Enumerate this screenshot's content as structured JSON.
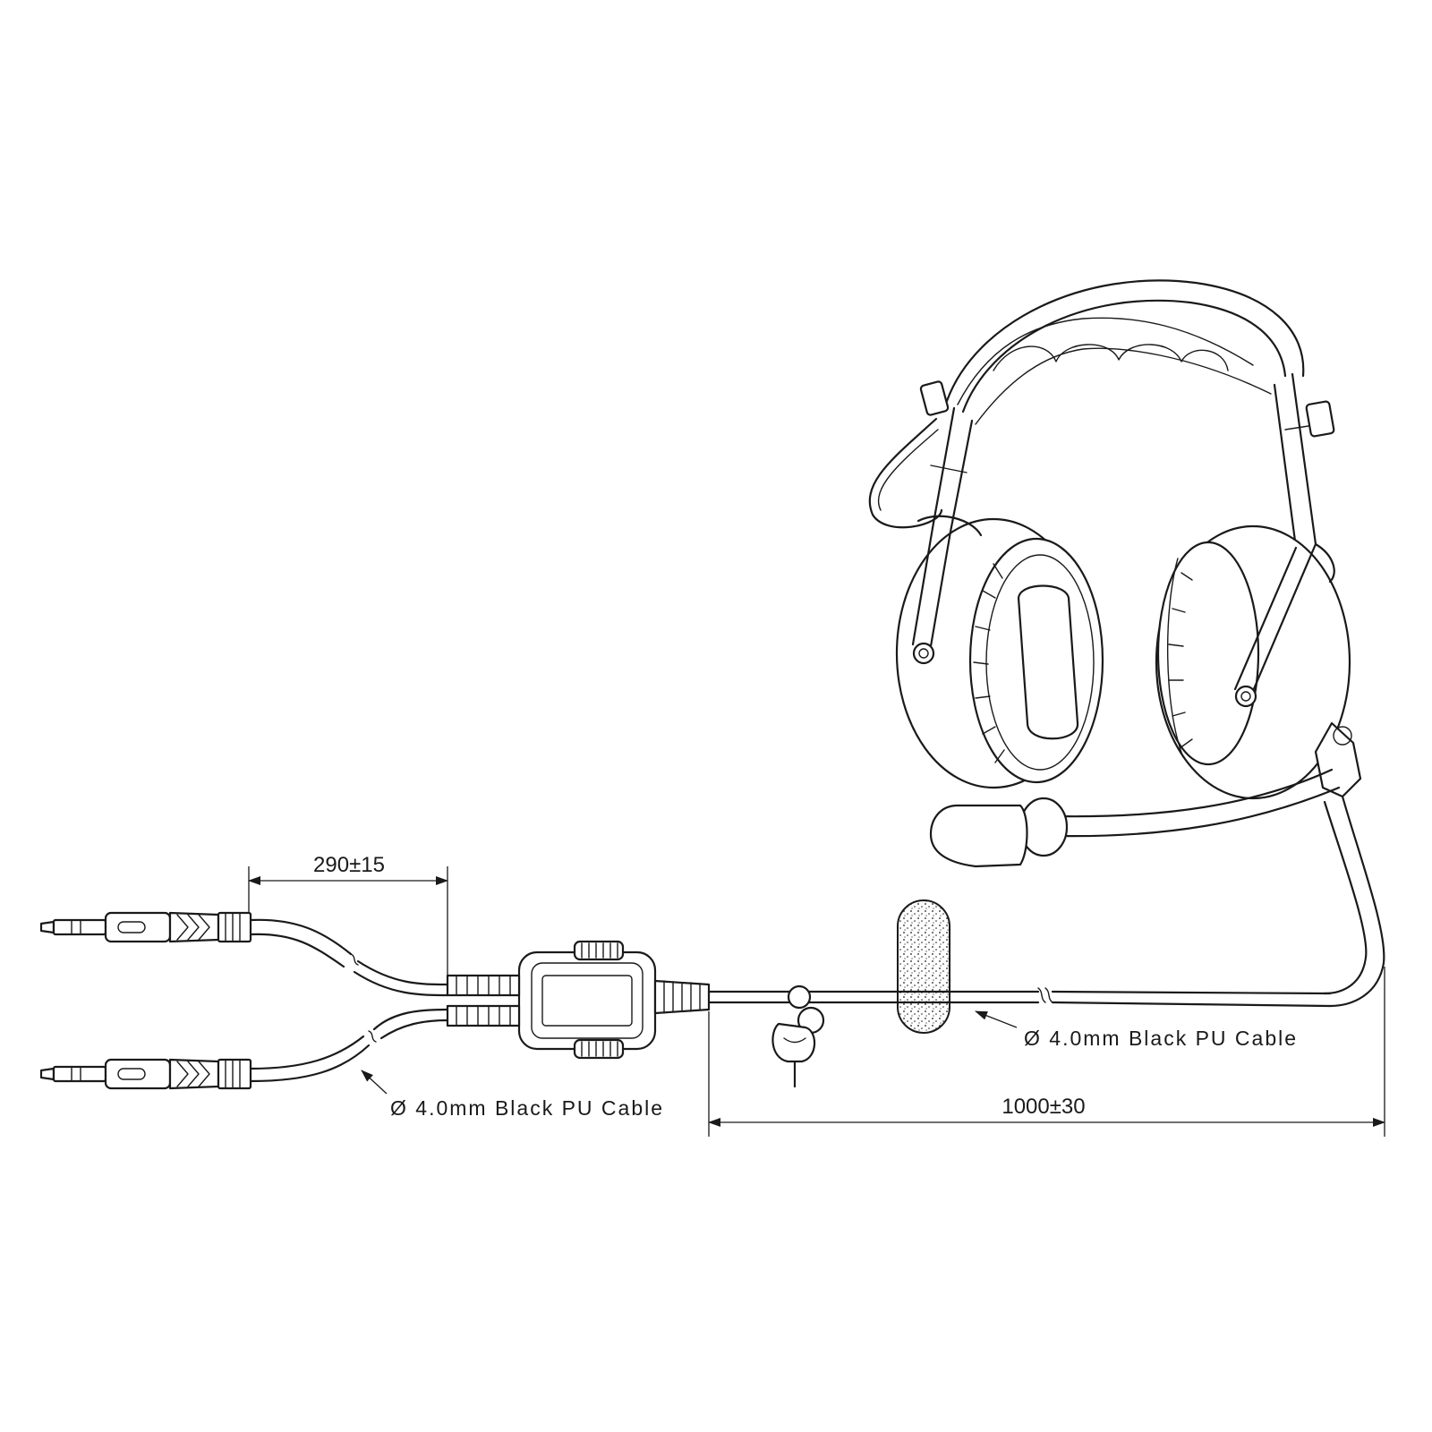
{
  "dimensions": {
    "jack_split_length": "290±15",
    "main_cable_length": "1000±30"
  },
  "labels": {
    "cable_spec_lower": "Ø 4.0mm Black PU Cable",
    "cable_spec_right": "Ø 4.0mm Black PU Cable"
  },
  "colors": {
    "line": "#1a1a1a",
    "background": "#ffffff"
  }
}
